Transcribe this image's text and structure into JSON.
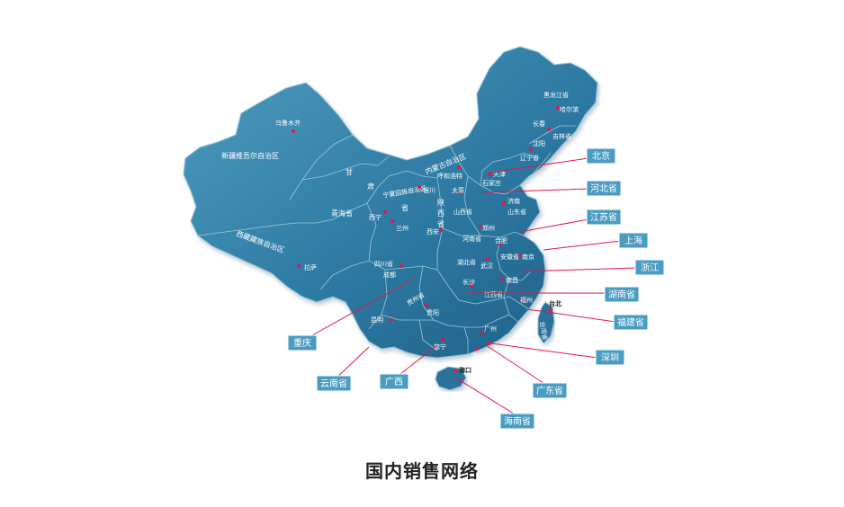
{
  "title": "国内销售网络",
  "colors": {
    "map_fill": "#2f7ea5",
    "map_light": "#5aa7c8",
    "callout": "#4a9cc2",
    "leader": "#e5154a",
    "border": "#9cc6d9"
  },
  "region_labels": {
    "xinjiang": "新疆维吾尔自治区",
    "xizang": "西藏藏族自治区",
    "neimenggu": "内蒙古自治区",
    "qinghai": "青海省",
    "gansu_1": "甘",
    "gansu_2": "肃",
    "gansu_3": "省",
    "ningxia": "宁夏回族自治区",
    "shaanxi_1": "陕",
    "shaanxi_2": "西",
    "shaanxi_3": "省",
    "sichuan": "四川省",
    "guizhou": "贵州省",
    "hunan": "湖北省",
    "henan": "河南省",
    "shanxi": "山西省",
    "shandong": "山东省",
    "anhui": "安徽省",
    "jiangxi": "江西省",
    "heilongjiang": "黑龙江省",
    "jilin": "吉林省",
    "liaoning": "辽宁省",
    "hebei": "石家庄",
    "taiwan": "台湾省"
  },
  "cities": {
    "urumqi": "乌鲁木齐",
    "lhasa": "拉萨",
    "xining": "西宁",
    "lanzhou": "兰州",
    "yinchuan": "银川",
    "hohhot": "呼和浩特",
    "taiyuan": "太原",
    "tianjin": "天津",
    "jinan": "济南",
    "zhengzhou": "郑州",
    "xian": "西安",
    "chengdu": "成都",
    "wuhan": "武汉",
    "hefei": "合肥",
    "nanjing": "南京",
    "changsha": "长沙",
    "nanchang": "南昌",
    "fuzhou": "福州",
    "guiyang": "贵阳",
    "kunming": "昆明",
    "nanning": "南宁",
    "guangzhou": "广州",
    "hongkong": "香港",
    "macau": "澳门",
    "haikou": "海口",
    "harbin": "哈尔滨",
    "changchun": "长春",
    "shenyang": "沈阳",
    "taipei": "台北"
  },
  "callouts": {
    "beijing": "北京",
    "hebei": "河北省",
    "jiangsu": "江苏省",
    "shanghai": "上海",
    "zhejiang": "浙江",
    "hunan": "湖南省",
    "fujian": "福建省",
    "shenzhen": "深圳",
    "guangdong": "广东省",
    "hainan": "海南省",
    "chongqing": "重庆",
    "yunnan": "云南省",
    "guangxi": "广西"
  }
}
